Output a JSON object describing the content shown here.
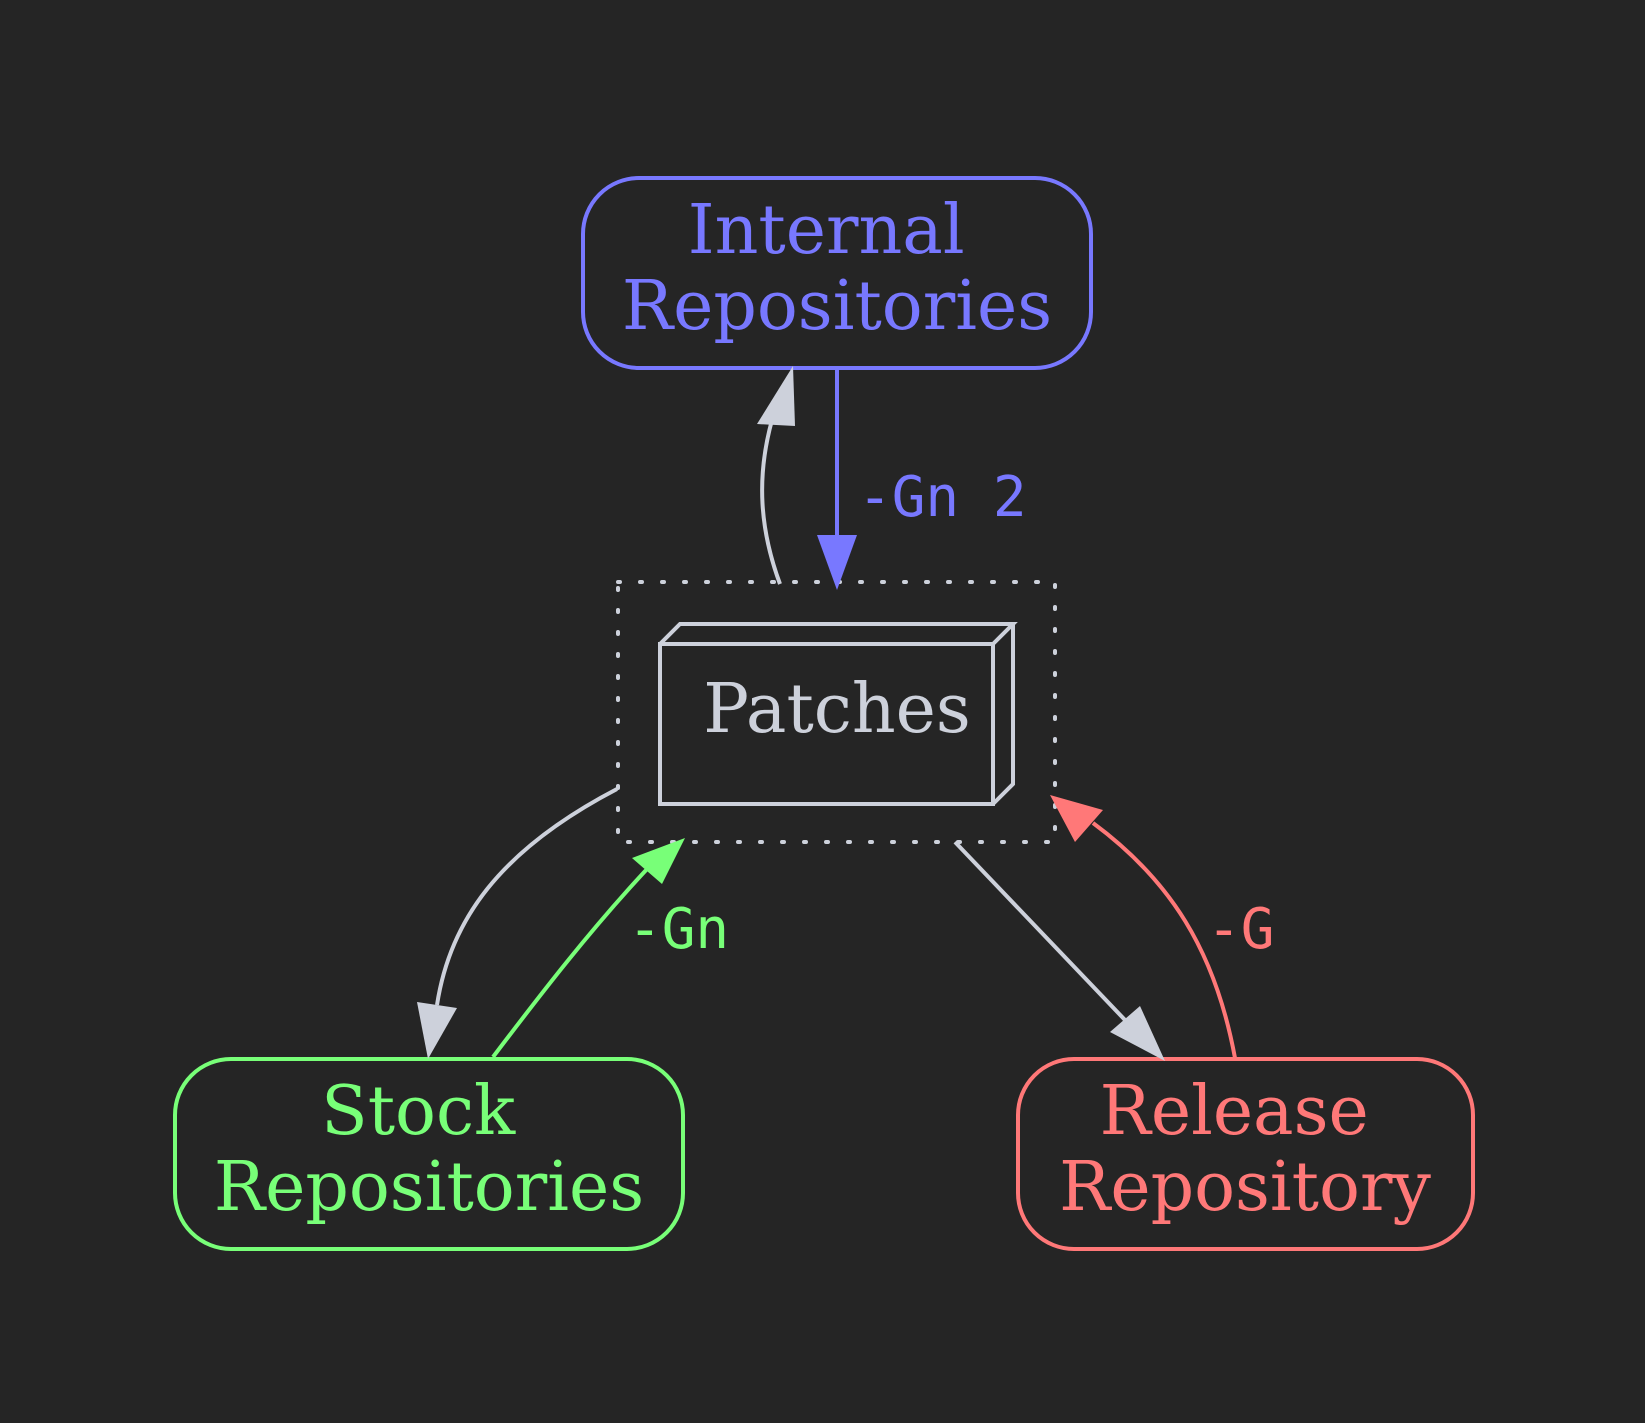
{
  "colors": {
    "background": "#252525",
    "internal": "#7878ff",
    "stock": "#78ff78",
    "release": "#ff7878",
    "neutral": "#cdd1db"
  },
  "nodes": {
    "internal": {
      "line1": "Internal",
      "line2": "Repositories"
    },
    "patches": {
      "label": "Patches"
    },
    "stock": {
      "line1": "Stock",
      "line2": "Repositories"
    },
    "release": {
      "line1": "Release",
      "line2": "Repository"
    }
  },
  "edges": {
    "internal_to_patches": {
      "label": "-Gn 2"
    },
    "stock_to_patches": {
      "label": "-Gn"
    },
    "release_to_patches": {
      "label": "-G"
    }
  }
}
